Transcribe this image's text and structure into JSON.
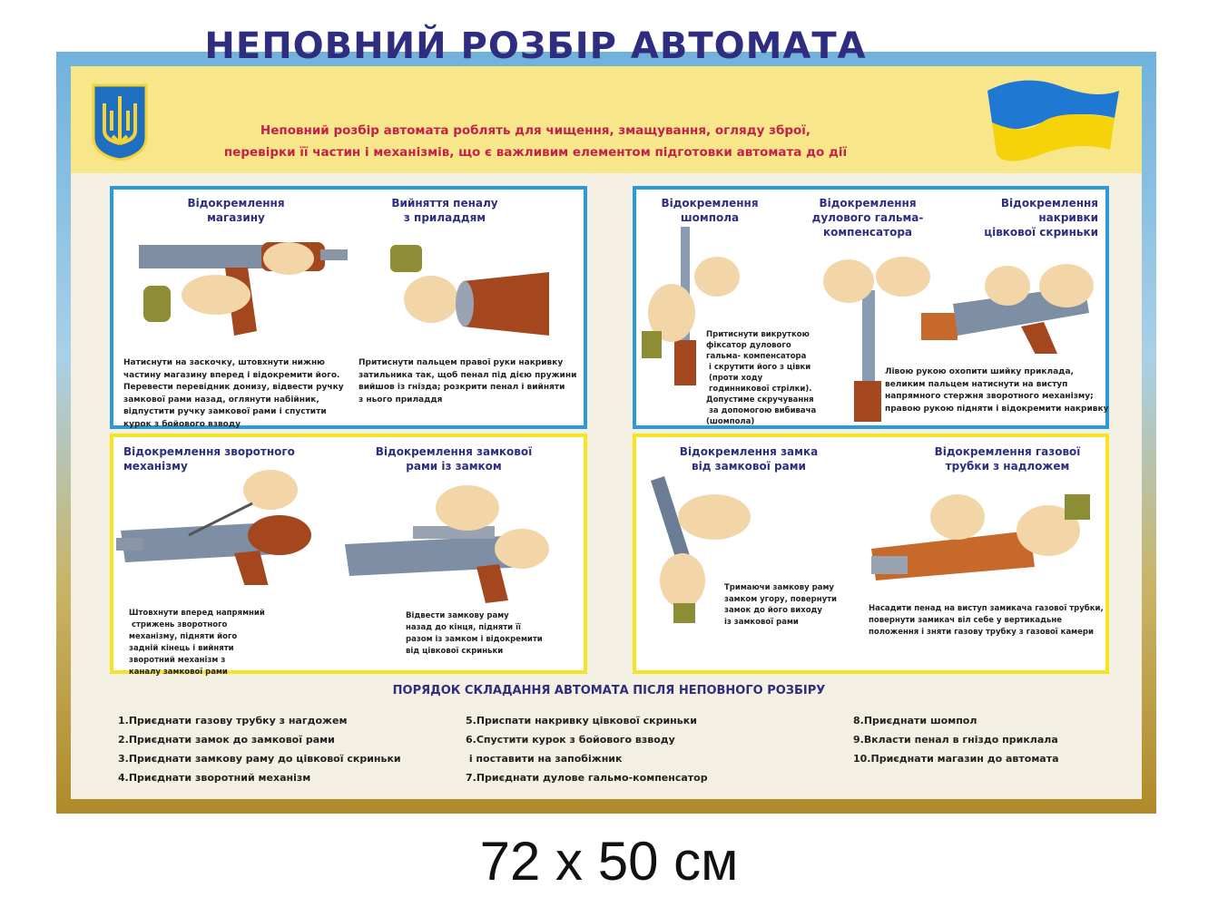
{
  "header": {
    "title": "НЕПОВНИЙ РОЗБІР АВТОМАТА",
    "subtitle_line1": "Неповний розбір автомата роблять для чищення, змащування, огляду зброї,",
    "subtitle_line2": "перевірки її частин і механізмів, що є важливим елементом підготовки автомата до дії"
  },
  "panels": {
    "p1": {
      "cap_a": "Відокремлення\nмагазину",
      "cap_b": "Вийняття пеналу\nз приладдям",
      "text_a": "Натиснути на заскочку, штовхнути нижню\nчастину магазину вперед і відокремити його.\nПеревести перевідник донизу, відвести ручку\nзамкової рами назад, оглянути набійник,\nвідпустити ручку замкової рами і спустити\nкурок з бойового взводу",
      "text_b": "Притиснути пальцем правої руки накривку\nзатильника так, щоб пенал під дією пружини\nвийшов із гнізда; розкрити пенал і вийняти\nз нього приладдя"
    },
    "p2": {
      "cap_a": "Відокремлення\nшомпола",
      "cap_b": "Відокремлення\nдулового гальма-\nкомпенсатора",
      "cap_c": "Відокремлення\nнакривки\nцівкової скриньки",
      "text_a": "Притиснути викруткою\nфіксатор дулового\nгальма- компенсатора\n і скрутити його з цівки\n (проти ходу\n годинникової стрілки).\nДопустиме скручування\n за допомогою вибивача\n(шомпола)",
      "text_b": "Лівою рукою охопити шийку приклада,\nвеликим пальцем натиснути на виступ\nнапрямного стержня зворотного механізму;\nправою рукою підняти і відокремити накривку"
    },
    "p3": {
      "cap_a": "Відокремлення зворотного\nмеханізму",
      "cap_b": "Відокремлення замкової\nрами із замком",
      "text_a": "Штовхнути вперед напрямний\n стрижень зворотного\nмеханізму, підняти його\nзадній кінець і вийняти\nзворотний механізм з\nканалу замкової рами",
      "text_b": "Відвести замкову раму\nназад до кінця, підняти її\nразом із замком і відокремити\nвід цівкової скриньки"
    },
    "p4": {
      "cap_a": "Відокремлення замка\nвід замкової рами",
      "cap_b": "Відокремлення газової\nтрубки з надложем",
      "text_a": "Тримаючи замкову раму\nзамком угору, повернути\nзамок до його виходу\nіз замкової рами",
      "text_b": "Насадити пенад на виступ замикача газової трубки,\nповернути замикач віл себе у вертикадьне\nположення і зняти газову трубку з газової камери"
    }
  },
  "order": {
    "title": "ПОРЯДОК СКЛАДАННЯ АВТОМАТА ПІСЛЯ НЕПОВНОГО РОЗБІРУ",
    "steps": [
      "1.Приєднати газову трубку з нагдожем",
      "2.Приєднати замок до замкової рами",
      "3.Приєднати замкову раму до цівкової скриньки",
      "4.Приєднати зворотний механізм",
      "5.Приспати накривку цівкової скриньки",
      "6.Спустити курок з бойового взводу",
      " і поставити на запобіжник",
      "7.Приєднати дулове гальмо-компенсатор",
      "8.Приєднати шомпол",
      "9.Вкласти пенал в гніздо приклала",
      "10.Приєднати магазин до автомата"
    ]
  },
  "size_label": "72 x 50 см",
  "colors": {
    "title": "#2e2d7f",
    "subtitle": "#c2224a",
    "blue_border": "#2b9ad6",
    "yellow_border": "#f5e324"
  }
}
